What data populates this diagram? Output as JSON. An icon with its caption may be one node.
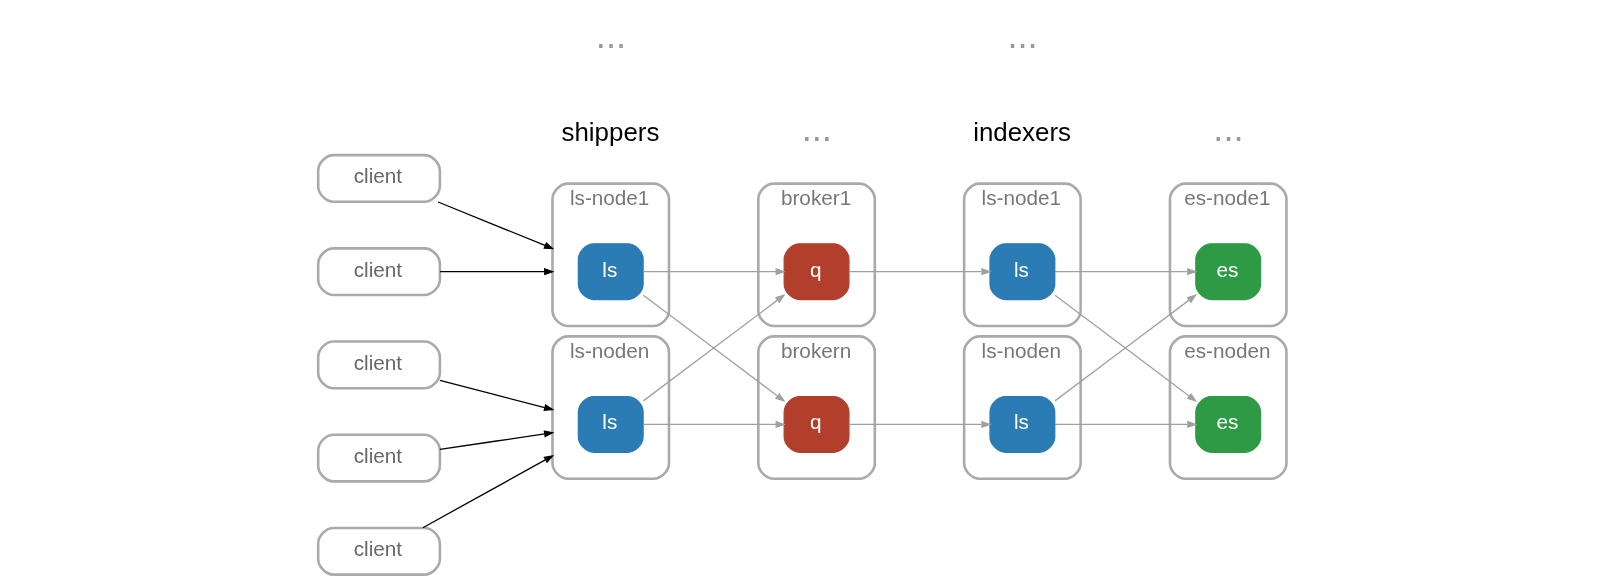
{
  "diagram": {
    "nodes": [
      {
        "text": [
          "client"
        ]
      },
      {
        "text": [
          "client"
        ]
      },
      {
        "text": [
          "client"
        ]
      },
      {
        "text": [
          "client"
        ]
      },
      {
        "text": [
          "client"
        ]
      },
      {
        "text": [
          "ls-node1"
        ]
      },
      {
        "text": [
          "ls"
        ],
        "in": 5
      },
      {
        "text": [
          "ls-noden"
        ]
      },
      {
        "text": [
          "ls"
        ],
        "in": 7
      },
      {
        "text": [
          "broker1"
        ]
      },
      {
        "text": [
          "q"
        ],
        "in": 9
      },
      {
        "text": [
          "brokern"
        ]
      },
      {
        "text": [
          "q"
        ],
        "in": 11
      },
      {
        "text": [
          "ls-node1"
        ]
      },
      {
        "text": [
          "ls"
        ],
        "in": 13
      },
      {
        "text": [
          "ls-noden"
        ]
      },
      {
        "text": [
          "ls"
        ],
        "in": 15
      },
      {
        "text": [
          "es-node1"
        ]
      },
      {
        "text": [
          "es"
        ],
        "in": 17
      },
      {
        "text": [
          "es-noden"
        ]
      },
      {
        "text": [
          "es"
        ],
        "in": 19
      }
    ],
    "edges": [
      {
        "from": 0,
        "to": 5,
        "arrow": "to",
        "color": "#000000"
      },
      {
        "from": 1,
        "to": 5,
        "arrow": "to",
        "color": "#000000"
      },
      {
        "from": 2,
        "to": 7,
        "arrow": "to",
        "color": "#000000"
      },
      {
        "from": 3,
        "to": 7,
        "arrow": "to",
        "color": "#000000"
      },
      {
        "from": 4,
        "to": 7,
        "arrow": "to",
        "color": "#000000"
      },
      {
        "from": 6,
        "to": 10,
        "arrow": "to"
      },
      {
        "from": 6,
        "to": 12,
        "arrow": "to"
      },
      {
        "from": 8,
        "to": 10,
        "arrow": "to"
      },
      {
        "from": 8,
        "to": 12,
        "arrow": "to"
      },
      {
        "from": 10,
        "to": 14,
        "arrow": "to"
      },
      {
        "from": 12,
        "to": 16,
        "arrow": "to"
      },
      {
        "from": 14,
        "to": 18,
        "arrow": "to"
      },
      {
        "from": 14,
        "to": 20,
        "arrow": "to"
      },
      {
        "from": 16,
        "to": 18,
        "arrow": "to"
      },
      {
        "from": 16,
        "to": 20,
        "arrow": "to"
      }
    ],
    "labels": [
      "shippers",
      "indexers",
      "...",
      "...",
      "...",
      "..."
    ]
  }
}
